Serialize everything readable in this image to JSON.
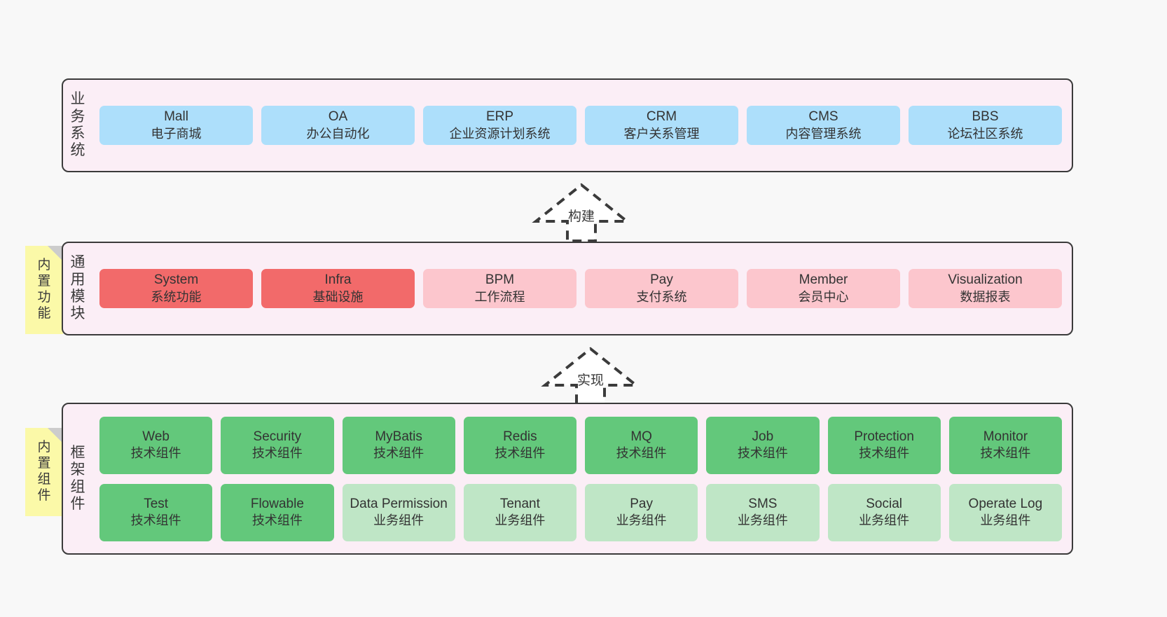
{
  "canvas": {
    "background": "#f8f8f8",
    "panel_fill": "#fbeef6",
    "panel_border": "#3b3b3b",
    "sticky_fill": "#fbf9a8",
    "sticky_fold": "#cccccc"
  },
  "layers": [
    {
      "id": "business-systems",
      "title_chars": [
        "业",
        "务",
        "系",
        "统"
      ],
      "title_text": "业务系统",
      "rows": [
        {
          "cards": [
            {
              "name": "Mall",
              "sub": "电子商城",
              "color": "#addffb",
              "variant": "blue"
            },
            {
              "name": "OA",
              "sub": "办公自动化",
              "color": "#addffb",
              "variant": "blue"
            },
            {
              "name": "ERP",
              "sub": "企业资源计划系统",
              "color": "#addffb",
              "variant": "blue"
            },
            {
              "name": "CRM",
              "sub": "客户关系管理",
              "color": "#addffb",
              "variant": "blue"
            },
            {
              "name": "CMS",
              "sub": "内容管理系统",
              "color": "#addffb",
              "variant": "blue"
            },
            {
              "name": "BBS",
              "sub": "论坛社区系统",
              "color": "#addffb",
              "variant": "blue"
            }
          ]
        }
      ]
    },
    {
      "id": "common-modules",
      "title_chars": [
        "通",
        "用",
        "模",
        "块"
      ],
      "title_text": "通用模块",
      "sticky": {
        "chars": [
          "内",
          "置",
          "功",
          "能"
        ],
        "text": "内置功能"
      },
      "rows": [
        {
          "cards": [
            {
              "name": "System",
              "sub": "系统功能",
              "color": "#f26a6a",
              "variant": "red"
            },
            {
              "name": "Infra",
              "sub": "基础设施",
              "color": "#f26a6a",
              "variant": "red"
            },
            {
              "name": "BPM",
              "sub": "工作流程",
              "color": "#fcc6cd",
              "variant": "pink"
            },
            {
              "name": "Pay",
              "sub": "支付系统",
              "color": "#fcc6cd",
              "variant": "pink"
            },
            {
              "name": "Member",
              "sub": "会员中心",
              "color": "#fcc6cd",
              "variant": "pink"
            },
            {
              "name": "Visualization",
              "sub": "数据报表",
              "color": "#fcc6cd",
              "variant": "pink"
            }
          ]
        }
      ]
    },
    {
      "id": "framework-components",
      "title_chars": [
        "框",
        "架",
        "组",
        "件"
      ],
      "title_text": "框架组件",
      "sticky": {
        "chars": [
          "内",
          "置",
          "组",
          "件"
        ],
        "text": "内置组件"
      },
      "rows": [
        {
          "cards": [
            {
              "name": "Web",
              "sub": "技术组件",
              "color": "#63c87b",
              "variant": "green"
            },
            {
              "name": "Security",
              "sub": "技术组件",
              "color": "#63c87b",
              "variant": "green"
            },
            {
              "name": "MyBatis",
              "sub": "技术组件",
              "color": "#63c87b",
              "variant": "green"
            },
            {
              "name": "Redis",
              "sub": "技术组件",
              "color": "#63c87b",
              "variant": "green"
            },
            {
              "name": "MQ",
              "sub": "技术组件",
              "color": "#63c87b",
              "variant": "green"
            },
            {
              "name": "Job",
              "sub": "技术组件",
              "color": "#63c87b",
              "variant": "green"
            },
            {
              "name": "Protection",
              "sub": "技术组件",
              "color": "#63c87b",
              "variant": "green"
            },
            {
              "name": "Monitor",
              "sub": "技术组件",
              "color": "#63c87b",
              "variant": "green"
            }
          ]
        },
        {
          "cards": [
            {
              "name": "Test",
              "sub": "技术组件",
              "color": "#63c87b",
              "variant": "green"
            },
            {
              "name": "Flowable",
              "sub": "技术组件",
              "color": "#63c87b",
              "variant": "green"
            },
            {
              "name": "Data Permission",
              "sub": "业务组件",
              "color": "#bfe6c6",
              "variant": "lightgreen"
            },
            {
              "name": "Tenant",
              "sub": "业务组件",
              "color": "#bfe6c6",
              "variant": "lightgreen"
            },
            {
              "name": "Pay",
              "sub": "业务组件",
              "color": "#bfe6c6",
              "variant": "lightgreen"
            },
            {
              "name": "SMS",
              "sub": "业务组件",
              "color": "#bfe6c6",
              "variant": "lightgreen"
            },
            {
              "name": "Social",
              "sub": "业务组件",
              "color": "#bfe6c6",
              "variant": "lightgreen"
            },
            {
              "name": "Operate Log",
              "sub": "业务组件",
              "color": "#bfe6c6",
              "variant": "lightgreen"
            }
          ]
        }
      ]
    }
  ],
  "arrows": [
    {
      "id": "arrow-build",
      "label": "构建",
      "style": "dashed-generalization",
      "direction": "up"
    },
    {
      "id": "arrow-implement",
      "label": "实现",
      "style": "dashed-generalization",
      "direction": "up"
    }
  ]
}
